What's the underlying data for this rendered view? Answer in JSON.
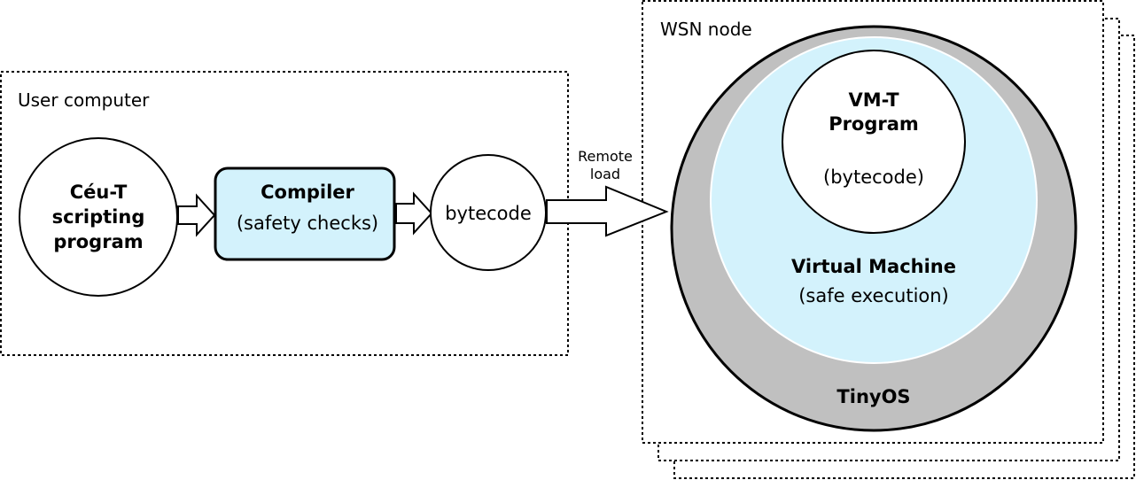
{
  "user_computer": {
    "label": "User computer",
    "source_program": {
      "line1": "Céu-T",
      "line2": "scripting",
      "line3": "program"
    },
    "compiler": {
      "title": "Compiler",
      "subtitle": "(safety checks)"
    },
    "output": {
      "label": "bytecode"
    }
  },
  "transfer": {
    "line1": "Remote",
    "line2": "load"
  },
  "wsn_node": {
    "label": "WSN node",
    "os": {
      "label": "TinyOS"
    },
    "vm": {
      "title": "Virtual Machine",
      "subtitle": "(safe execution)"
    },
    "program": {
      "line1": "VM-T",
      "line2": "Program",
      "line3": "(bytecode)"
    }
  },
  "colors": {
    "compiler_fill": "#d3f2fc",
    "vm_fill": "#d3f2fc",
    "os_fill": "#c0c0c0",
    "outline": "#000000",
    "background": "#ffffff"
  }
}
